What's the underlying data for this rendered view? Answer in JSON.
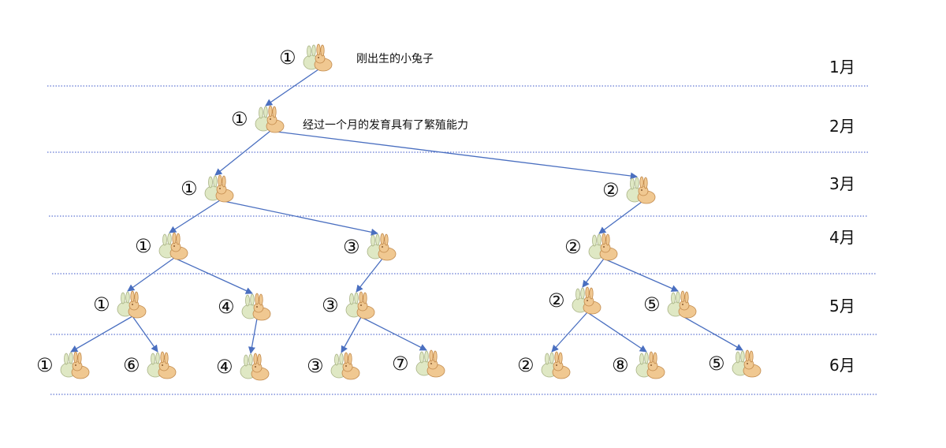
{
  "months": [
    "1月",
    "2月",
    "3月",
    "4月",
    "5月",
    "6月"
  ],
  "notes": {
    "newborn": "刚出生的小兔子",
    "mature": "经过一个月的发育具有了繁殖能力"
  },
  "nodes": [
    {
      "id": "m1-1",
      "label": "①"
    },
    {
      "id": "m2-1",
      "label": "①"
    },
    {
      "id": "m3-1",
      "label": "①"
    },
    {
      "id": "m3-2",
      "label": "②"
    },
    {
      "id": "m4-1",
      "label": "①"
    },
    {
      "id": "m4-3",
      "label": "③"
    },
    {
      "id": "m4-2",
      "label": "②"
    },
    {
      "id": "m5-1",
      "label": "①"
    },
    {
      "id": "m5-4",
      "label": "④"
    },
    {
      "id": "m5-3",
      "label": "③"
    },
    {
      "id": "m5-2",
      "label": "②"
    },
    {
      "id": "m5-5",
      "label": "⑤"
    },
    {
      "id": "m6-1",
      "label": "①"
    },
    {
      "id": "m6-6",
      "label": "⑥"
    },
    {
      "id": "m6-4",
      "label": "④"
    },
    {
      "id": "m6-3",
      "label": "③"
    },
    {
      "id": "m6-7",
      "label": "⑦"
    },
    {
      "id": "m6-2",
      "label": "②"
    },
    {
      "id": "m6-8",
      "label": "⑧"
    },
    {
      "id": "m6-5",
      "label": "⑤"
    }
  ],
  "edges": [
    [
      "m1-1",
      "m2-1"
    ],
    [
      "m2-1",
      "m3-1"
    ],
    [
      "m2-1",
      "m3-2"
    ],
    [
      "m3-1",
      "m4-1"
    ],
    [
      "m3-1",
      "m4-3"
    ],
    [
      "m3-2",
      "m4-2"
    ],
    [
      "m4-1",
      "m5-1"
    ],
    [
      "m4-1",
      "m5-4"
    ],
    [
      "m4-3",
      "m5-3"
    ],
    [
      "m4-2",
      "m5-2"
    ],
    [
      "m4-2",
      "m5-5"
    ],
    [
      "m5-1",
      "m6-1"
    ],
    [
      "m5-1",
      "m6-6"
    ],
    [
      "m5-4",
      "m6-4"
    ],
    [
      "m5-3",
      "m6-3"
    ],
    [
      "m5-3",
      "m6-7"
    ],
    [
      "m5-2",
      "m6-2"
    ],
    [
      "m5-2",
      "m6-8"
    ],
    [
      "m5-5",
      "m6-5"
    ]
  ]
}
